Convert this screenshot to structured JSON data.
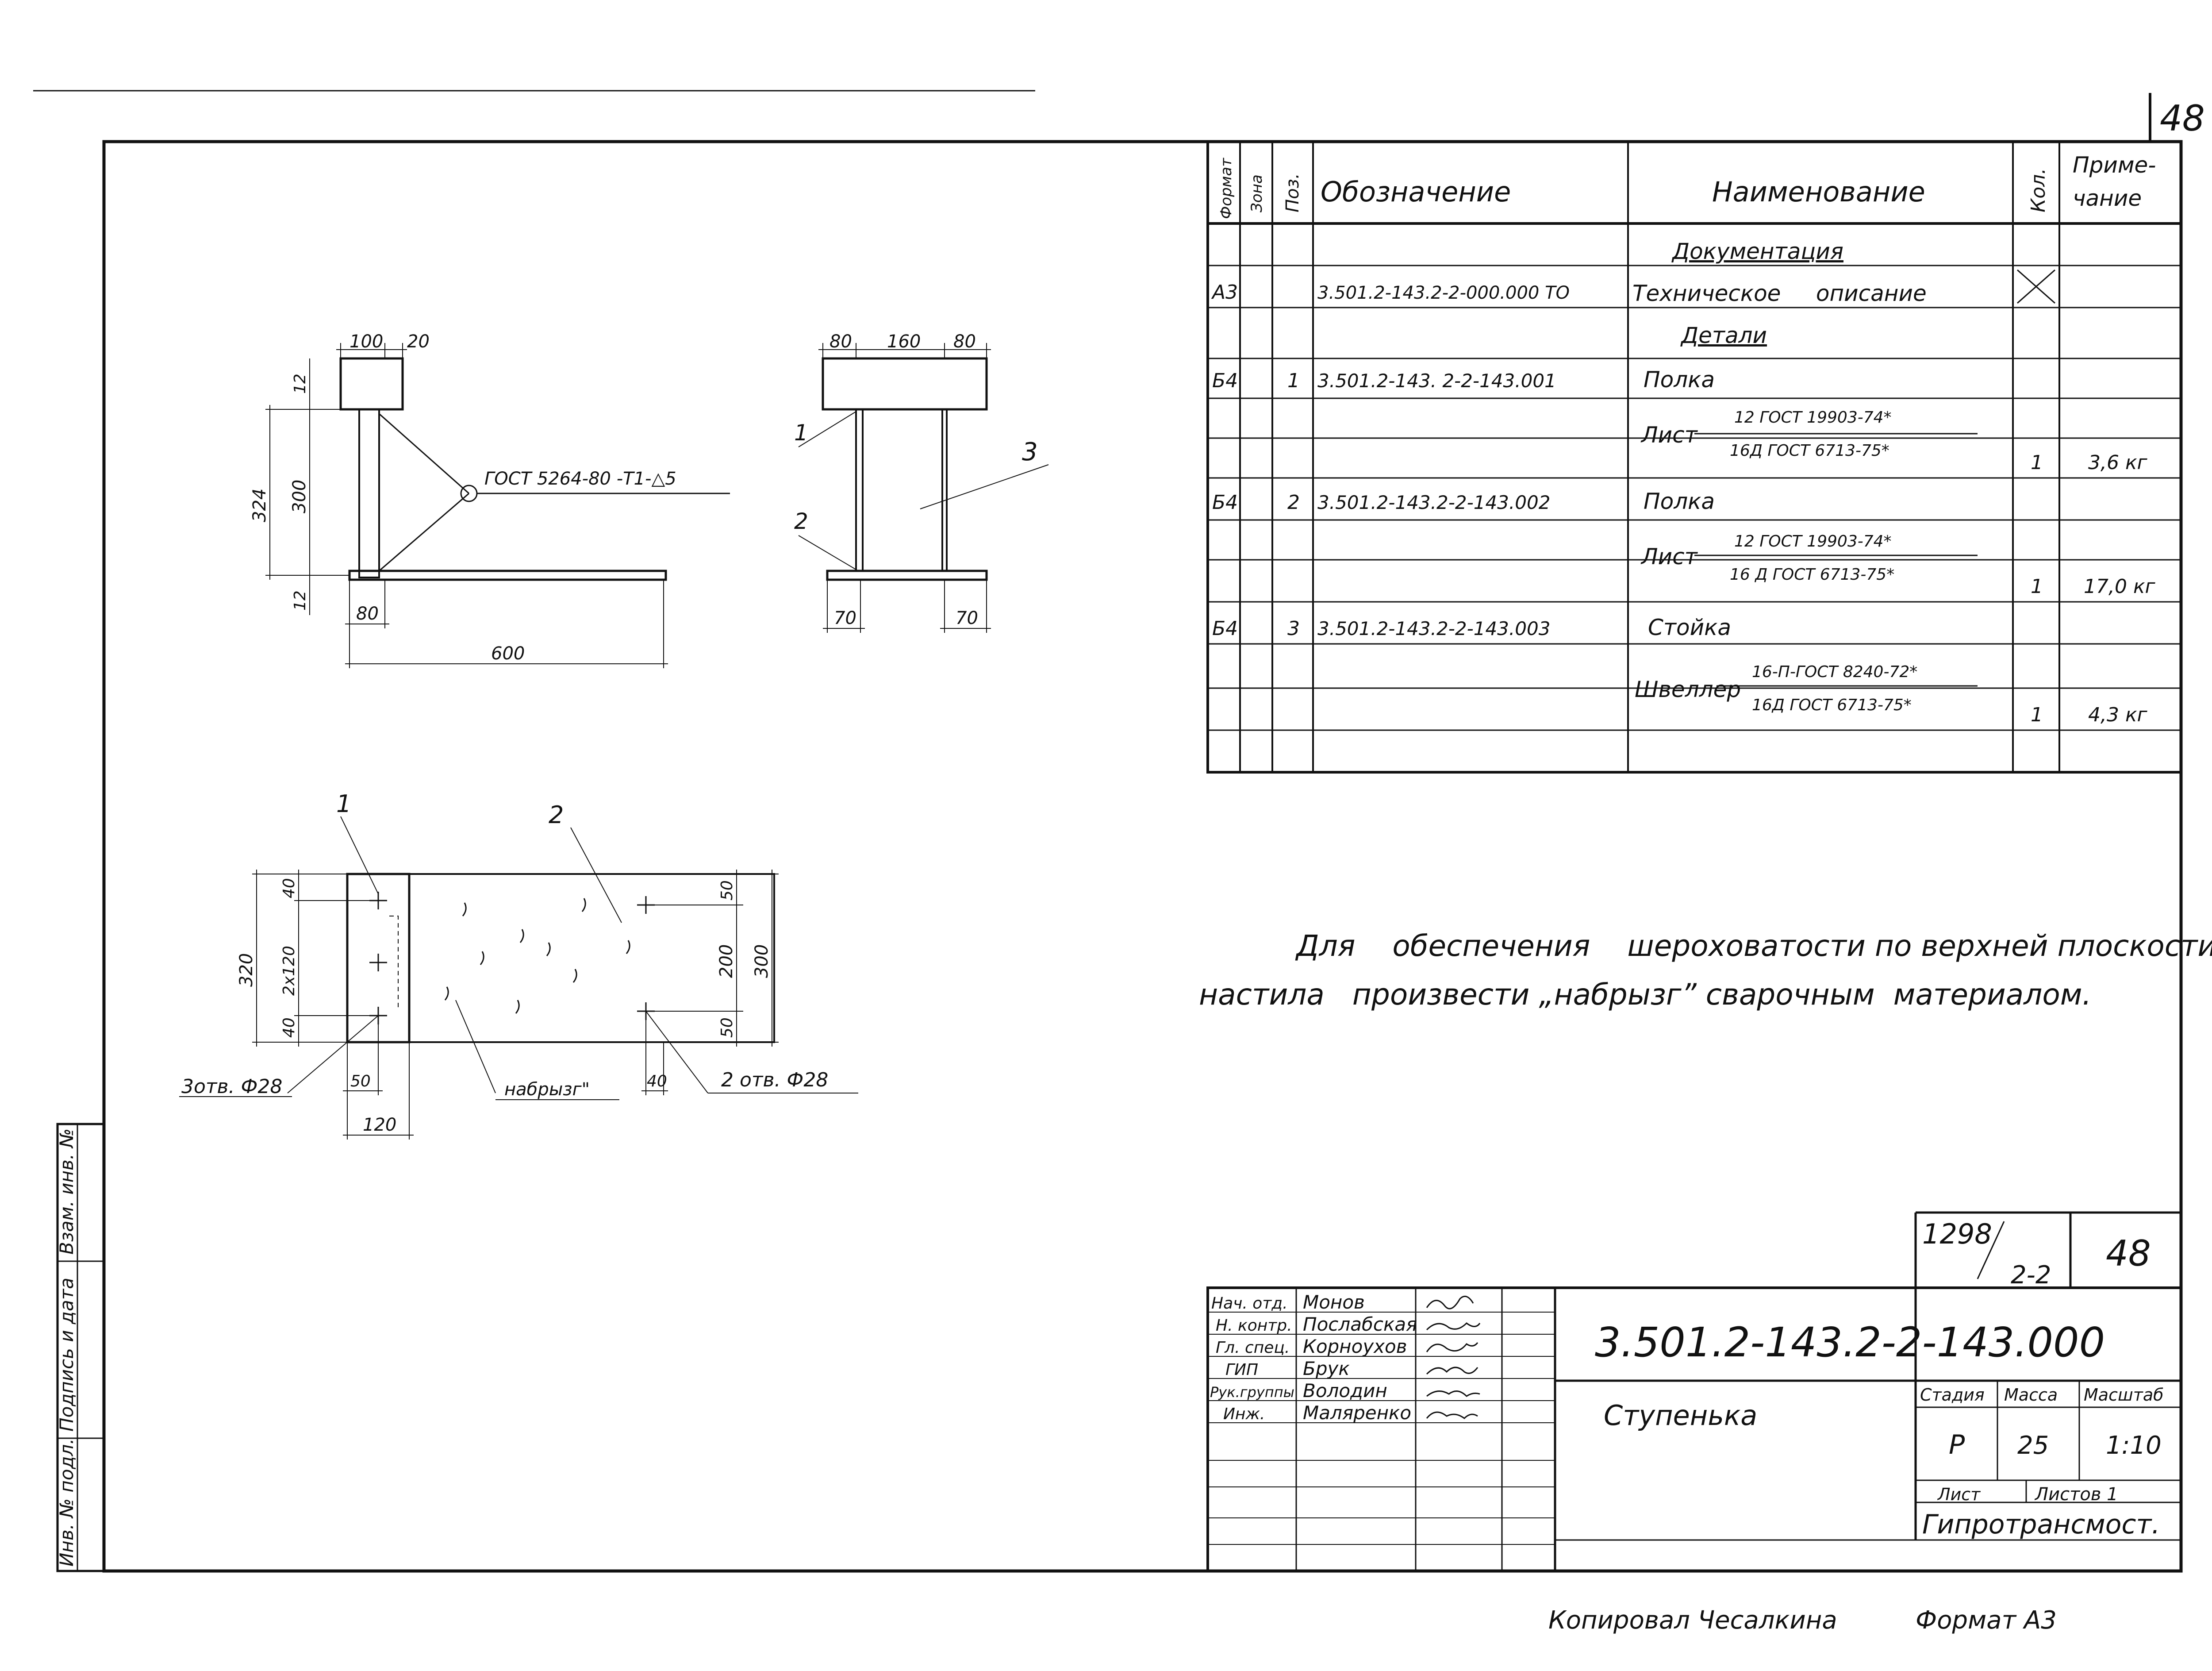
{
  "sheet": {
    "page_number": "48",
    "copied_by": "Копировал Чесалкина",
    "format": "Формат А3"
  },
  "spec": {
    "headers": {
      "format": "Формат",
      "zone": "Зона",
      "pos": "Поз.",
      "designation": "Обозначение",
      "name": "Наименование",
      "qty": "Кол.",
      "note1": "Приме-",
      "note2": "чание"
    },
    "section_docs": "Документация",
    "doc_row": {
      "format": "А3",
      "designation": "3.501.2-143.2-2-000.000 ТО",
      "name": "Техническое     описание"
    },
    "section_parts": "Детали",
    "parts": [
      {
        "format": "Б4",
        "pos": "1",
        "designation": "3.501.2-143. 2-2-143.001",
        "name": "Полка",
        "material": "Лист",
        "num": "12 ГОСТ 19903-74*",
        "den": "16Д ГОСТ 6713-75*",
        "qty": "1",
        "note": "3,6 кг"
      },
      {
        "format": "Б4",
        "pos": "2",
        "designation": "3.501.2-143.2-2-143.002",
        "name": "Полка",
        "material": "Лист",
        "num": "12 ГОСТ 19903-74*",
        "den": "16 Д ГОСТ 6713-75*",
        "qty": "1",
        "note": "17,0 кг"
      },
      {
        "format": "Б4",
        "pos": "3",
        "designation": "3.501.2-143.2-2-143.003",
        "name": "Стойка",
        "material": "Швеллер",
        "num": "16-П-ГОСТ 8240-72*",
        "den": "16Д ГОСТ 6713-75*",
        "qty": "1",
        "note": "4,3 кг"
      }
    ]
  },
  "drawing1": {
    "dims": {
      "d100": "100",
      "d20": "20",
      "d12a": "12",
      "d324": "324",
      "d300": "300",
      "d12b": "12",
      "d80": "80",
      "d600": "600"
    },
    "weld": "ГОСТ 5264-80 -Т1-△5"
  },
  "drawing2": {
    "dims": {
      "d80a": "80",
      "d160": "160",
      "d80b": "80",
      "d70a": "70",
      "d70b": "70"
    },
    "callouts": {
      "c1": "1",
      "c2": "2",
      "c3": "3"
    }
  },
  "drawing3": {
    "dims": {
      "d320": "320",
      "d40a": "40",
      "d2x120": "2х120",
      "d40b": "40",
      "d50a": "50",
      "d200": "200",
      "d50b": "50",
      "d300": "300",
      "d50c": "50",
      "d120": "120",
      "d40c": "40"
    },
    "callouts": {
      "c1": "1",
      "c2": "2"
    },
    "holes_left": "3отв. Ф28",
    "holes_right": "2 отв. Ф28",
    "spatter": "набрызг\""
  },
  "note": {
    "line1": "Для    обеспечения    шероховатости по верхней плоскости",
    "line2": "настила   произвести „набрызг” сварочным  материалом."
  },
  "title_block": {
    "project": "1298",
    "project_sub": "2-2",
    "sheet_no": "48",
    "code": "3.501.2-143.2-2-143.000",
    "title": "Ступенька",
    "stage_label": "Стадия",
    "mass_label": "Масса",
    "scale_label": "Масштаб",
    "stage": "Р",
    "mass": "25",
    "scale": "1:10",
    "sheet_label": "Лист",
    "sheets_label": "Листов 1",
    "org": "Гипротрансмост.",
    "roles": [
      {
        "role": "Нач. отд.",
        "name": "Монов"
      },
      {
        "role": "Н. контр.",
        "name": "Послабская"
      },
      {
        "role": "Гл. спец.",
        "name": "Корноухов"
      },
      {
        "role": "ГИП",
        "name": "Брук"
      },
      {
        "role": "Рук.группы",
        "name": "Володин"
      },
      {
        "role": "Инж.",
        "name": "Маляренко"
      }
    ]
  },
  "side_stamp": {
    "inv_orig": "Инв. № подл.",
    "sign_date": "Подпись и дата",
    "replace_inv": "Взам. инв. №"
  }
}
